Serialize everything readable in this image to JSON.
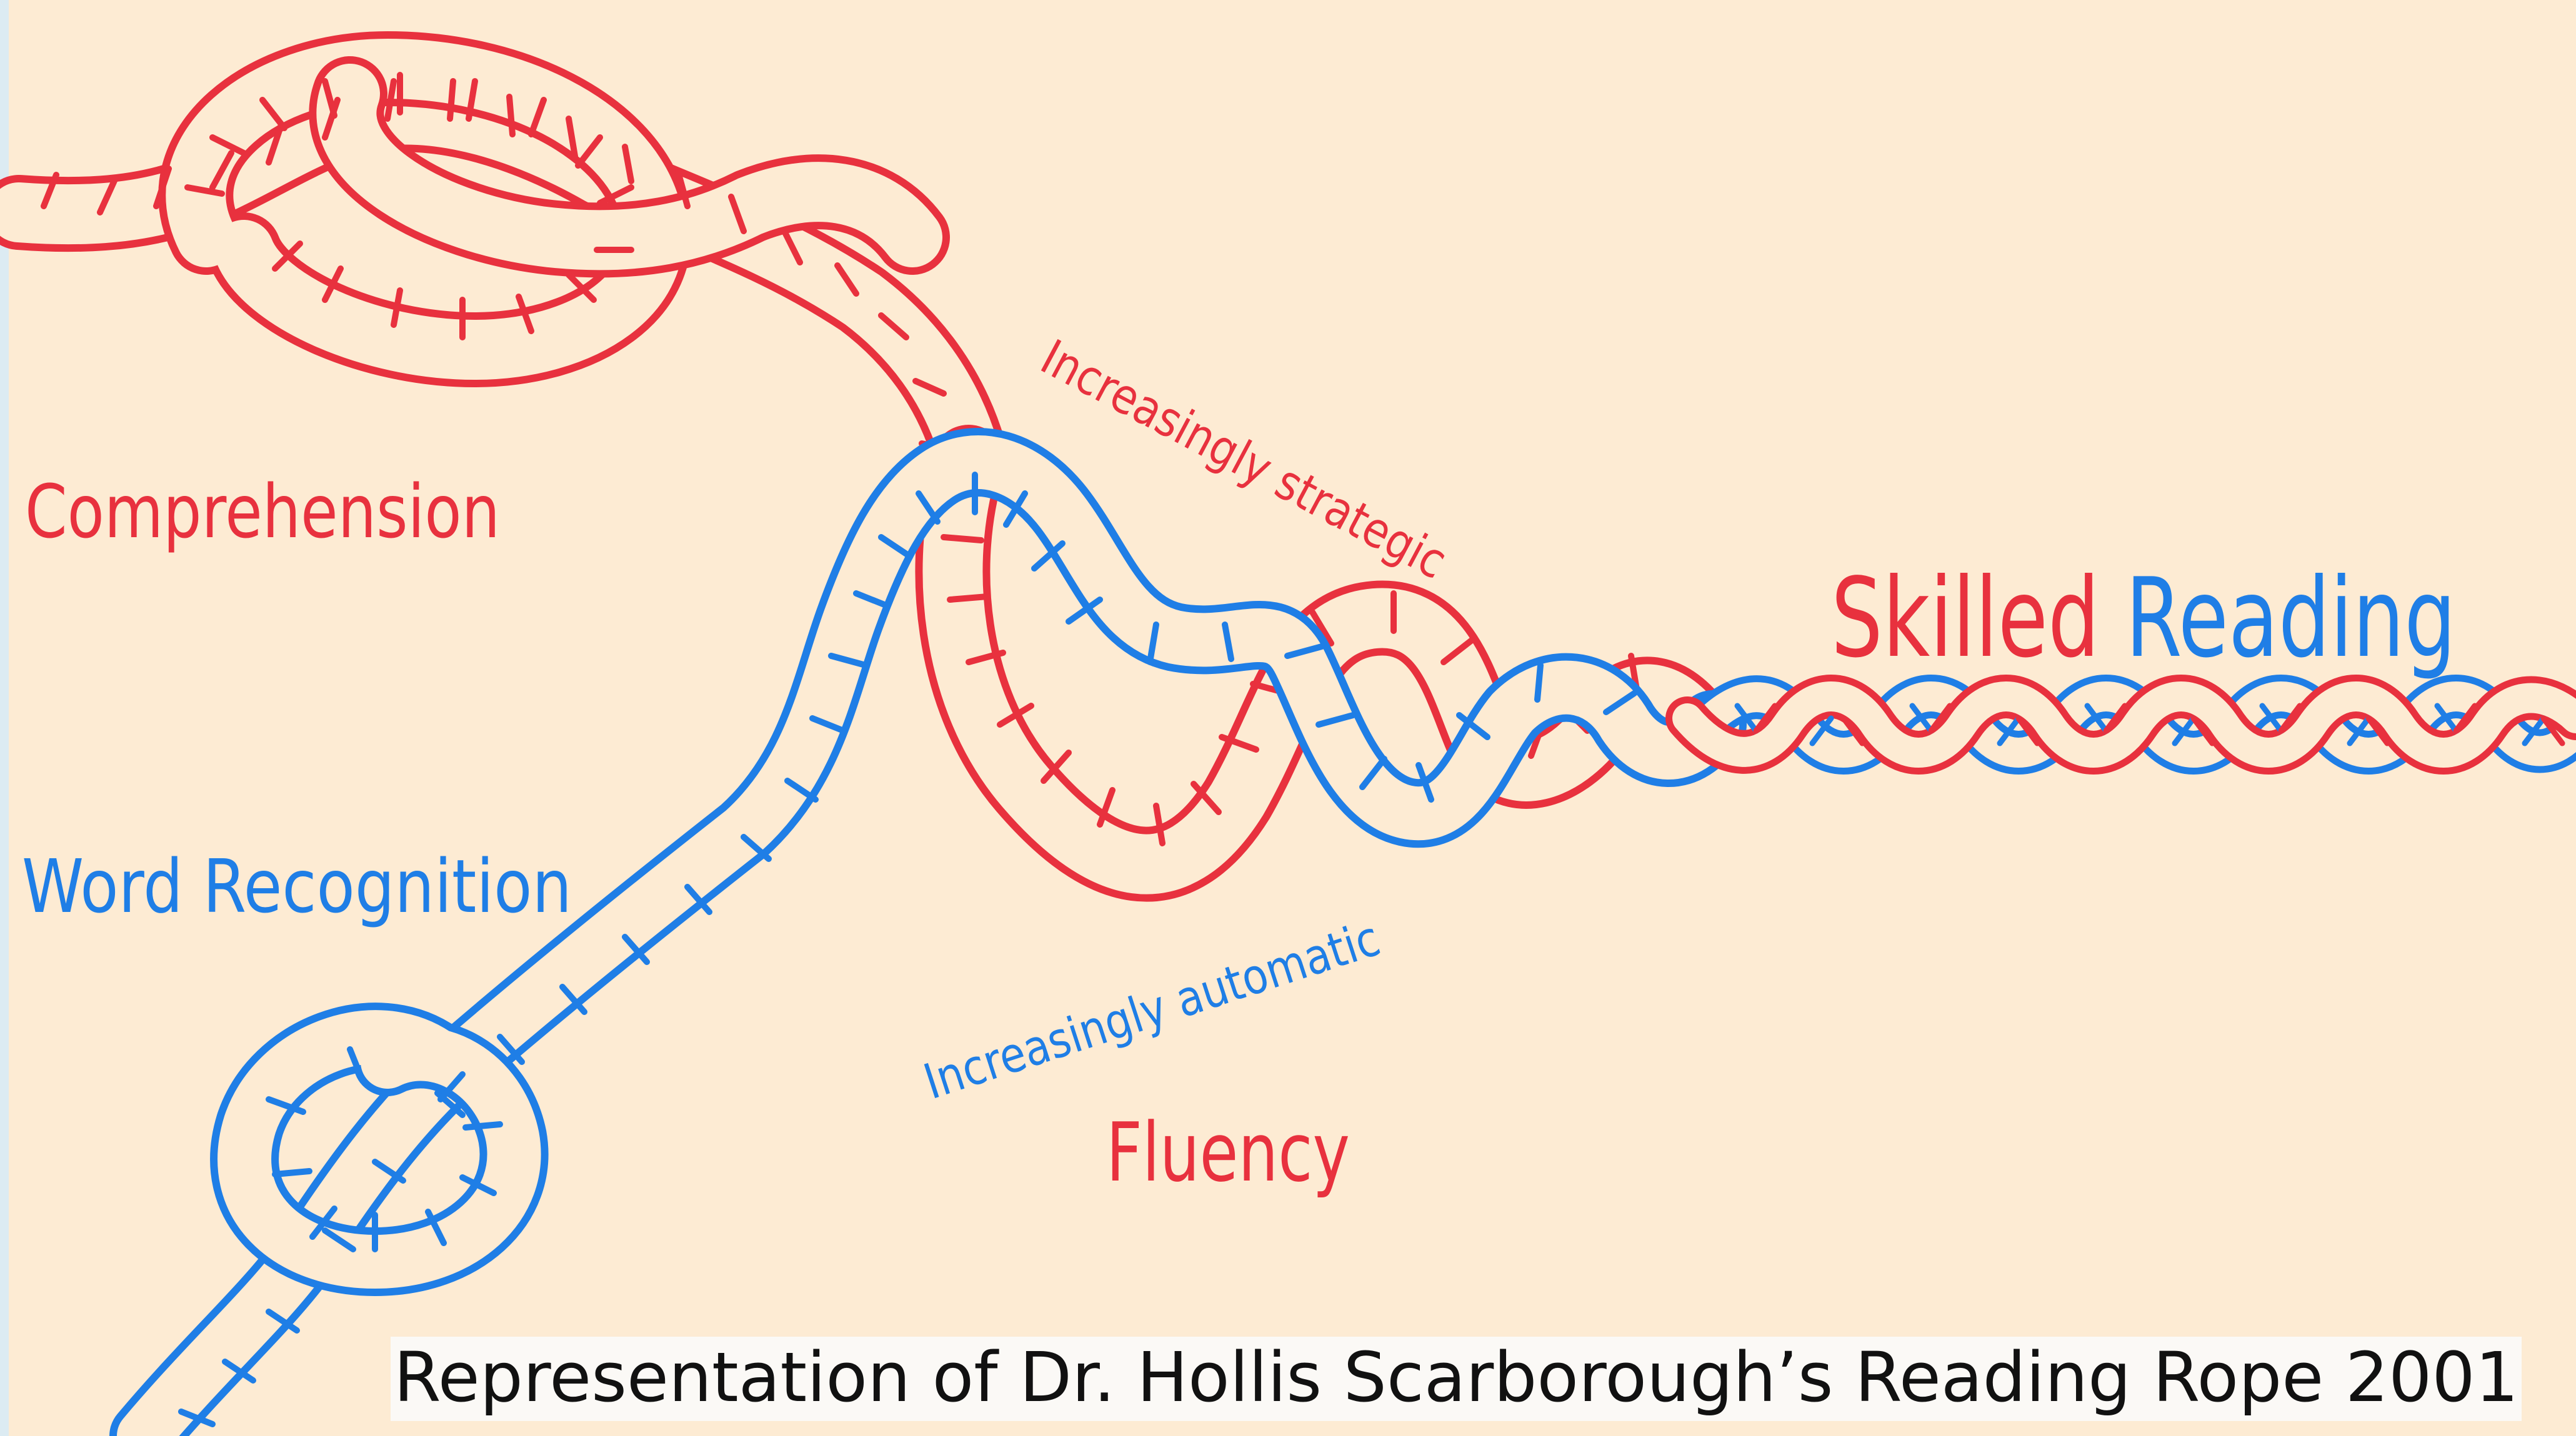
{
  "colors": {
    "background": "#fdebd3",
    "frame": "#dcebf2",
    "red": "#e8313e",
    "blue": "#1f7ee6",
    "caption_bg": "#fbf9f6",
    "caption_text": "#111111"
  },
  "labels": {
    "comprehension": "Comprehension",
    "word_recognition": "Word Recognition",
    "increasingly_strategic": "Increasingly strategic",
    "increasingly_automatic": "Increasingly automatic",
    "fluency": "Fluency",
    "skilled": "Skilled",
    "reading": "Reading"
  },
  "caption": "Representation of Dr. Hollis Scarborough’s Reading Rope 2001"
}
